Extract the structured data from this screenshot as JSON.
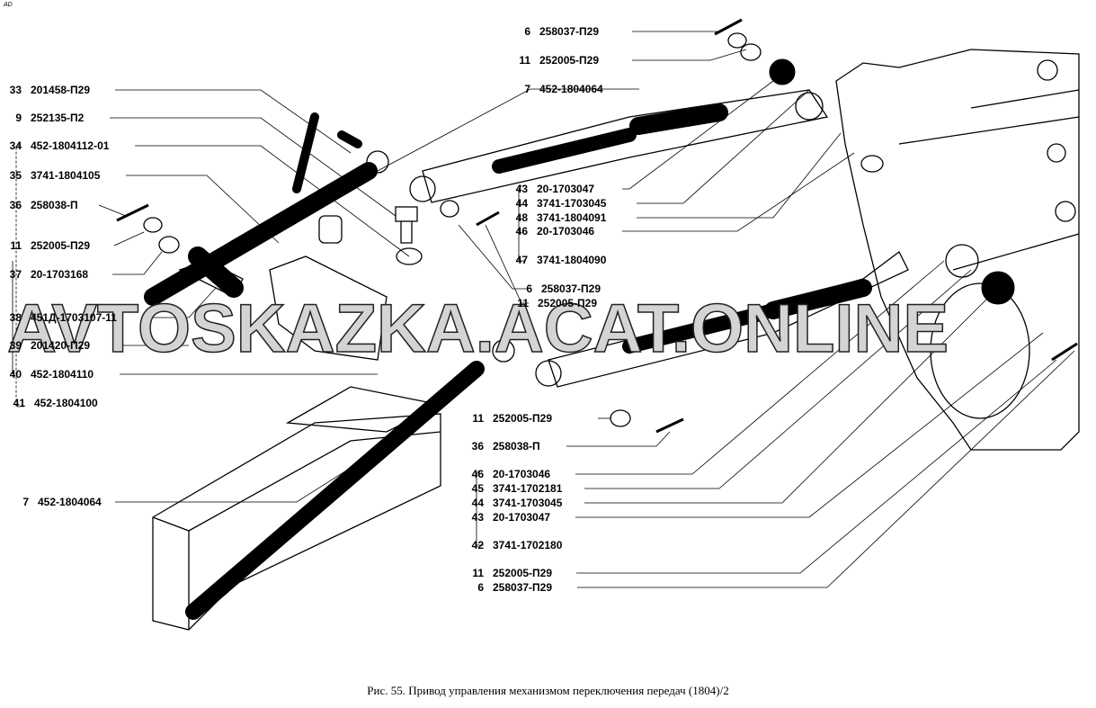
{
  "corner_mark": "AD",
  "watermark": "AVTOSKAZKA.ACAT.ONLINE",
  "caption": "Рис. 55. Привод управления механизмом переключения передач (1804)/2",
  "labels_left": [
    {
      "num": "33",
      "code": "201458-П29"
    },
    {
      "num": "9",
      "code": "252135-П2"
    },
    {
      "num": "34",
      "code": "452-1804112-01"
    },
    {
      "num": "35",
      "code": "3741-1804105"
    },
    {
      "num": "36",
      "code": "258038-П"
    },
    {
      "num": "11",
      "code": "252005-П29"
    },
    {
      "num": "37",
      "code": "20-1703168"
    },
    {
      "num": "38",
      "code": "451Д-1703107-11"
    },
    {
      "num": "39",
      "code": "201420-П29"
    },
    {
      "num": "40",
      "code": "452-1804110"
    },
    {
      "num": "41",
      "code": "452-1804100"
    },
    {
      "num": "7",
      "code": "452-1804064"
    }
  ],
  "labels_top": [
    {
      "num": "6",
      "code": "258037-П29"
    },
    {
      "num": "11",
      "code": "252005-П29"
    },
    {
      "num": "7",
      "code": "452-1804064"
    }
  ],
  "labels_middle": [
    {
      "num": "43",
      "code": "20-1703047"
    },
    {
      "num": "44",
      "code": "3741-1703045"
    },
    {
      "num": "48",
      "code": "3741-1804091"
    },
    {
      "num": "46",
      "code": "20-1703046"
    },
    {
      "num": "47",
      "code": "3741-1804090"
    },
    {
      "num": "6",
      "code": "258037-П29"
    },
    {
      "num": "11",
      "code": "252005-П29"
    }
  ],
  "labels_lower": [
    {
      "num": "11",
      "code": "252005-П29"
    },
    {
      "num": "36",
      "code": "258038-П"
    },
    {
      "num": "46",
      "code": "20-1703046"
    },
    {
      "num": "45",
      "code": "3741-1702181"
    },
    {
      "num": "44",
      "code": "3741-1703045"
    },
    {
      "num": "43",
      "code": "20-1703047"
    },
    {
      "num": "42",
      "code": "3741-1702180"
    },
    {
      "num": "11",
      "code": "252005-П29"
    },
    {
      "num": "6",
      "code": "258037-П29"
    }
  ]
}
